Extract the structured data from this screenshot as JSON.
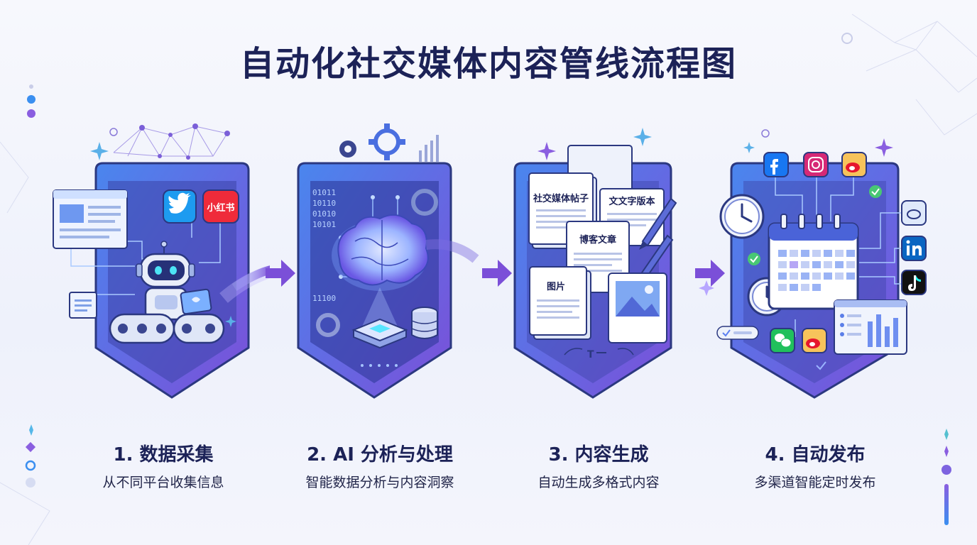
{
  "title": "自动化社交媒体内容管线流程图",
  "steps": [
    {
      "title": "1. 数据采集",
      "subtitle": "从不同平台收集信息"
    },
    {
      "title": "2. AI 分析与处理",
      "subtitle": "智能数据分析与内容洞察"
    },
    {
      "title": "3. 内容生成",
      "subtitle": "自动生成多格式内容"
    },
    {
      "title": "4. 自动发布",
      "subtitle": "多渠道智能定时发布"
    }
  ],
  "step1": {
    "xiaohongshu_logo": "小红书"
  },
  "step2": {
    "code_lines": [
      "01011",
      "10110",
      "01010",
      "10101",
      "11100"
    ]
  },
  "step3": {
    "docs": [
      "社交媒体帖子",
      "文文字版本",
      "博客文章",
      "图片"
    ]
  },
  "colors": {
    "accent_purple": "#7b4fd8",
    "accent_blue": "#3a8ff0",
    "title_navy": "#1c2257"
  },
  "icons": [
    "robot-icon",
    "twitter-icon",
    "gear-icon",
    "brain-icon",
    "database-icon",
    "document-icon",
    "pen-icon",
    "image-icon",
    "clock-icon",
    "calendar-icon",
    "facebook-icon",
    "instagram-icon",
    "weibo-icon",
    "linkedin-icon",
    "tiktok-icon",
    "wechat-icon"
  ]
}
